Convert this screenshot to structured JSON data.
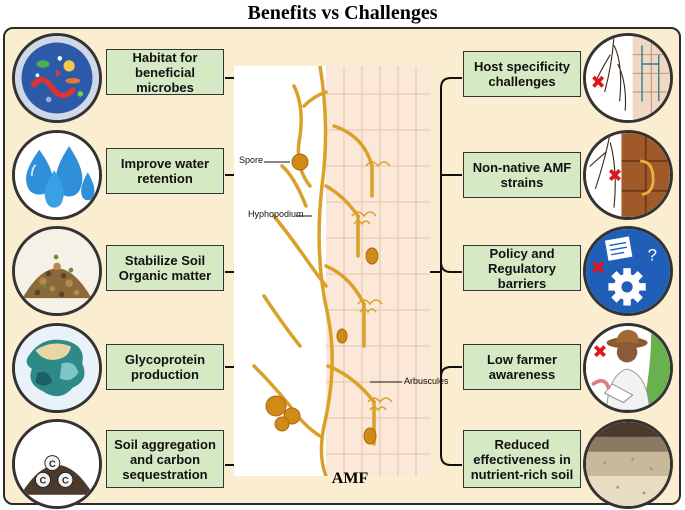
{
  "title": "Benefits vs Challenges",
  "center_label": "AMF",
  "structure_labels": {
    "spore": "Spore",
    "hyphopodium": "Hyphopodium",
    "arbuscules": "Arbuscules"
  },
  "benefits": [
    {
      "label": "Habitat for beneficial microbes",
      "icon": "microbes-icon"
    },
    {
      "label": "Improve water retention",
      "icon": "water-drops-icon"
    },
    {
      "label": "Stabilize Soil Organic matter",
      "icon": "organic-matter-icon"
    },
    {
      "label": "Glycoprotein production",
      "icon": "glycoprotein-icon"
    },
    {
      "label": "Soil aggregation and carbon sequestration",
      "icon": "soil-carbon-icon"
    }
  ],
  "challenges": [
    {
      "label": "Host specificity challenges",
      "icon": "roots-cells-icon"
    },
    {
      "label": "Non-native AMF strains",
      "icon": "root-strain-icon"
    },
    {
      "label": "Policy and Regulatory barriers",
      "icon": "policy-gear-icon"
    },
    {
      "label": "Low farmer awareness",
      "icon": "farmer-icon"
    },
    {
      "label": "Reduced effectiveness in nutrient-rich soil",
      "icon": "soil-layers-icon"
    }
  ],
  "colors": {
    "panel_bg": "#fbeed0",
    "box_bg": "#d4e9c4",
    "hyphae": "#d9a02a",
    "cross": "#e0161b"
  }
}
